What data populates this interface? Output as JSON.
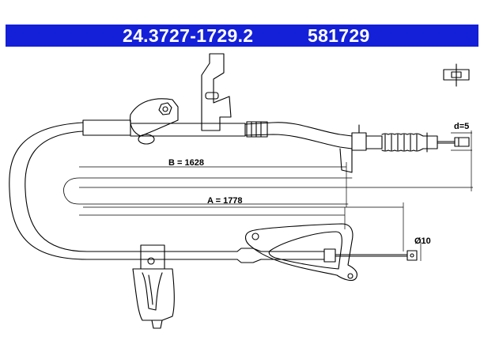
{
  "header": {
    "part_number": "24.3727-1729.2",
    "ref_number": "581729",
    "background_color": "#1420d8",
    "text_color": "#ffffff"
  },
  "dimensions": {
    "b_label": "B = 1628",
    "a_label": "A = 1778",
    "d_label": "d=5",
    "diameter_label": "Ø10"
  },
  "icons": {
    "top_right": "cable-end-symbol-icon"
  }
}
